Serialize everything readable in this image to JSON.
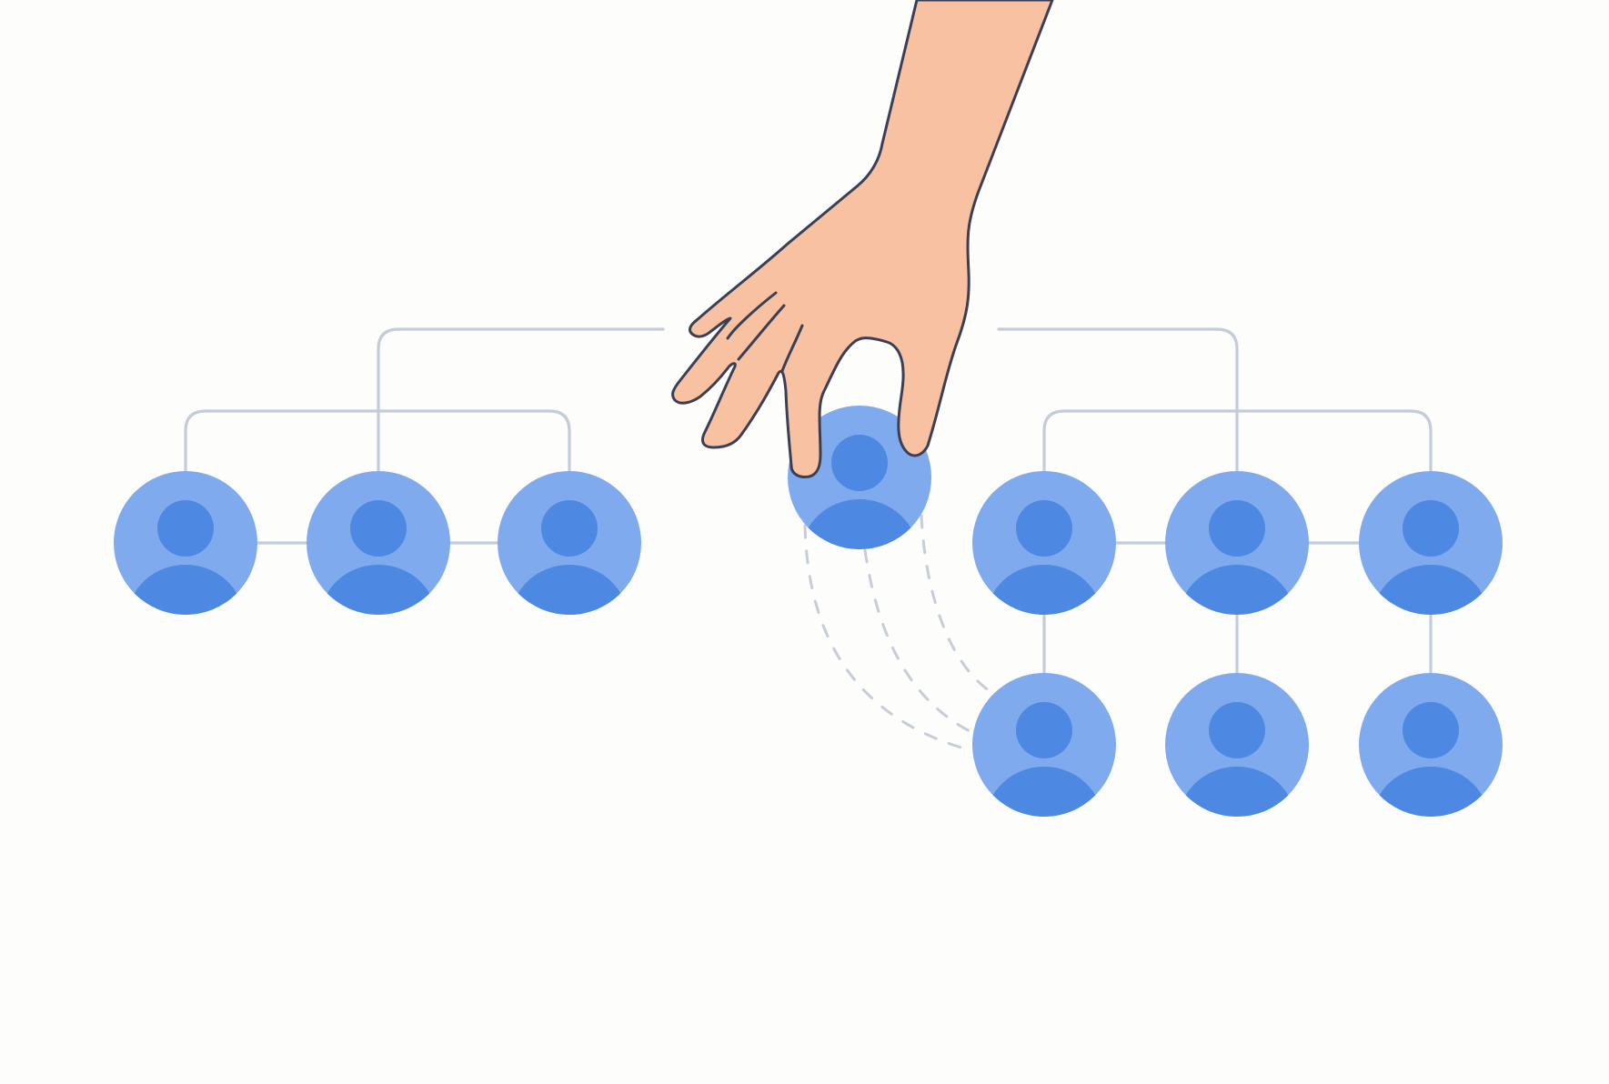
{
  "scene": {
    "type": "org-chart-reassignment",
    "background_color": "#fdfdfc",
    "connector_color": "#c3ccd8",
    "trail_color": "#c6cdd6",
    "avatar_outer_color": "#7faaee",
    "avatar_inner_color": "#4d88e2",
    "hand_skin_color": "#f8c1a2",
    "hand_outline_color": "#3a3f55",
    "hand_icon": "hand-icon",
    "avatar_icon": "person-icon"
  },
  "teams": [
    {
      "name": "left",
      "members": [
        {},
        {},
        {}
      ]
    },
    {
      "name": "right",
      "members": [
        {},
        {},
        {},
        {},
        {},
        {}
      ]
    }
  ],
  "dragged_member": {}
}
